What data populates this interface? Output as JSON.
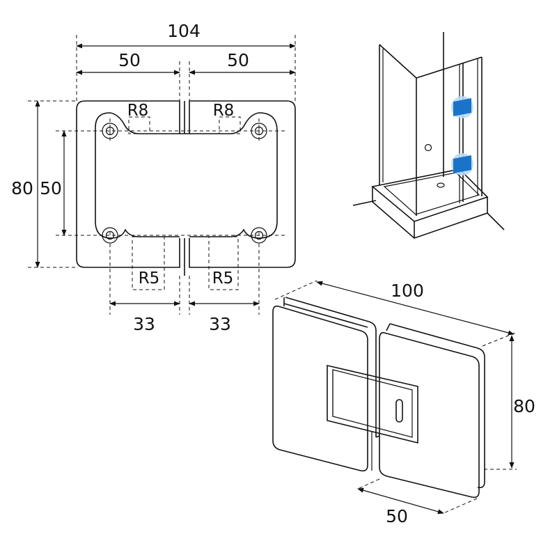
{
  "dimensions": {
    "top_total": "104",
    "top_left": "50",
    "top_right": "50",
    "radius_top_left": "R8",
    "radius_top_right": "R8",
    "height_total": "80",
    "hole_spacing": "50",
    "radius_bottom_left": "R5",
    "radius_bottom_right": "R5",
    "bottom_left": "33",
    "bottom_right": "33",
    "iso_width": "100",
    "iso_height": "80",
    "iso_depth": "50"
  },
  "colors": {
    "line": "#111111",
    "marker": "#1a73c9",
    "marker_glow": "#b9dcf5"
  },
  "icons": [
    "shower-enclosure",
    "hinge-location-marker"
  ]
}
